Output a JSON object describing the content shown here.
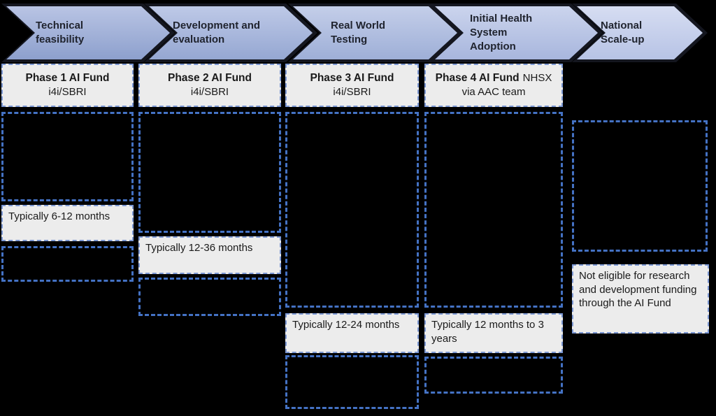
{
  "diagram": {
    "description": "AI funding pathway process flow",
    "background": "#000000",
    "colors": {
      "chevron_gradient_darkest": "#8da0cd",
      "chevron_gradient_lightest": "#d6ddf2",
      "thick_dashed_border": "#4472c4",
      "thin_dashed_border": "#7b97d3",
      "box_fill": "#ececec",
      "text": "#1a1a1a"
    },
    "stages": [
      {
        "label": "Technical feasibility",
        "phase": {
          "title": "Phase 1 AI Fund",
          "subtitle": "i4i/SBRI"
        },
        "duration": "Typically 6-12 months"
      },
      {
        "label": "Development and evaluation",
        "phase": {
          "title": "Phase 2 AI Fund",
          "subtitle": "i4i/SBRI"
        },
        "duration": "Typically 12-36 months"
      },
      {
        "label": "Real World Testing",
        "phase": {
          "title": "Phase 3 AI Fund",
          "subtitle": "i4i/SBRI"
        },
        "duration": "Typically 12-24 months"
      },
      {
        "label": "Initial Health System Adoption",
        "phase": {
          "title": "Phase 4 AI Fund",
          "title_suffix": "NHSX",
          "subtitle": "via AAC team"
        },
        "duration": "Typically 12 months to 3 years"
      },
      {
        "label": "National Scale-up",
        "note": "Not eligible for research and development funding through the AI Fund"
      }
    ]
  }
}
